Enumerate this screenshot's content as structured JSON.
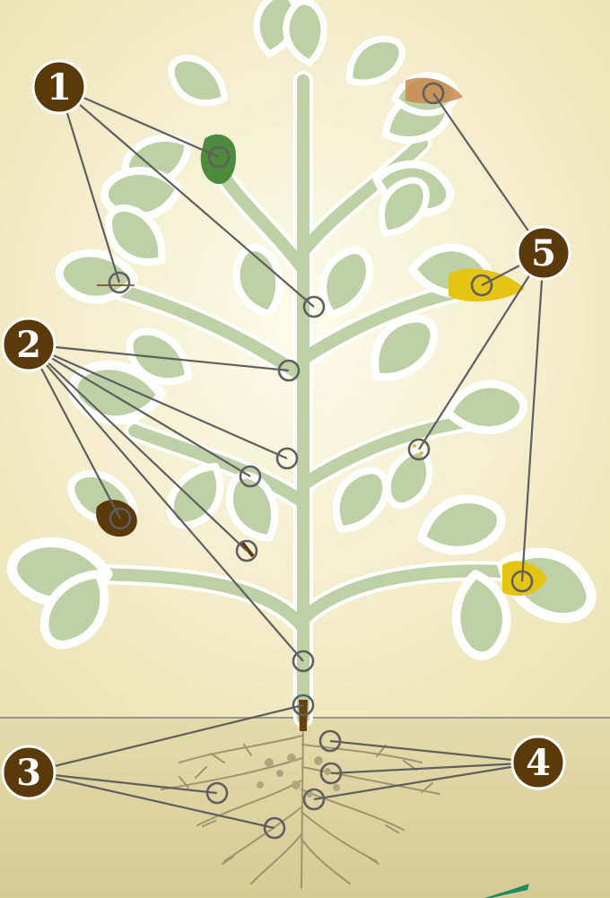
{
  "colors": {
    "sky": "#f8f3d6",
    "soil": "#ded4a3",
    "plant": "#bed1a6",
    "outline": "#ffffff",
    "lines": "#5f5f5f",
    "badge": "#5a3a0a",
    "roots": "#9e9069",
    "tan_lesion": "#c98b4f",
    "yellow_lesion": "#e6c412",
    "dark_lesion": "#5a3a0a",
    "green_lesion": "#4e8a3c",
    "corner_accent": "#1f8d63"
  },
  "callouts": [
    {
      "id": "1",
      "label": "1"
    },
    {
      "id": "2",
      "label": "2"
    },
    {
      "id": "3",
      "label": "3"
    },
    {
      "id": "4",
      "label": "4"
    },
    {
      "id": "5",
      "label": "5"
    }
  ]
}
